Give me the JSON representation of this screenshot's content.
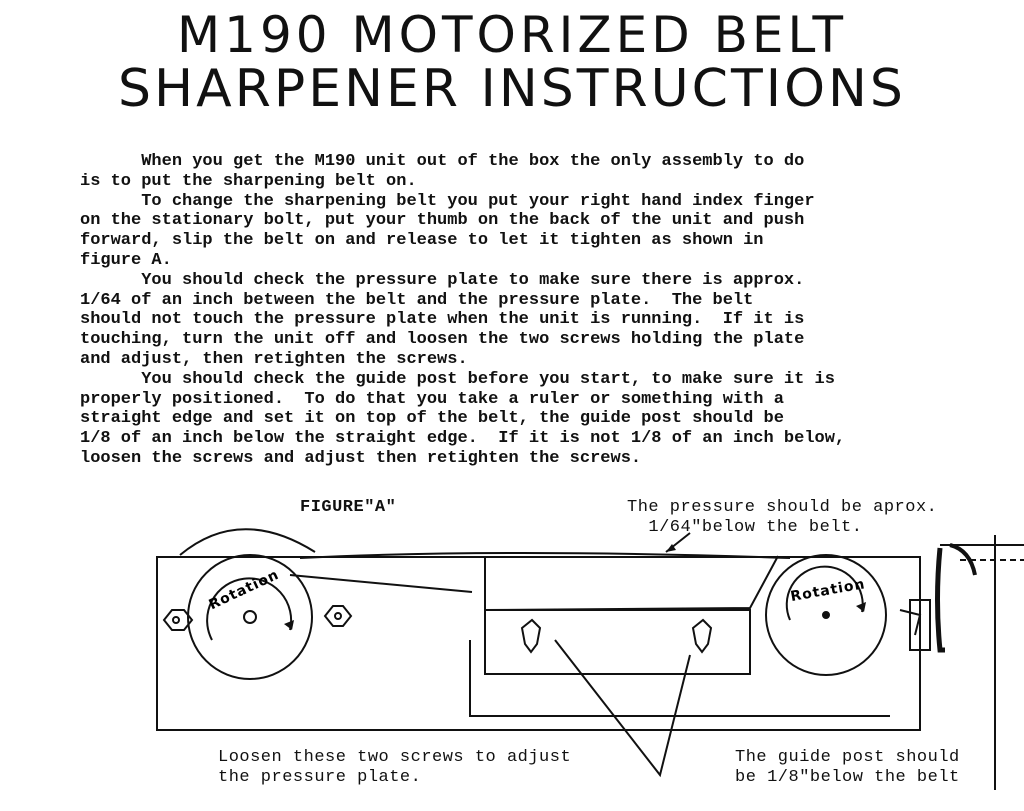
{
  "title": {
    "line1": "M190 MOTORIZED BELT",
    "line2": "SHARPENER INSTRUCTIONS"
  },
  "body_text": "      When you get the M190 unit out of the box the only assembly to do\nis to put the sharpening belt on.\n      To change the sharpening belt you put your right hand index finger\non the stationary bolt, put your thumb on the back of the unit and push\nforward, slip the belt on and release to let it tighten as shown in\nfigure A.\n      You should check the pressure plate to make sure there is approx.\n1/64 of an inch between the belt and the pressure plate.  The belt\nshould not touch the pressure plate when the unit is running.  If it is\ntouching, turn the unit off and loosen the two screws holding the plate\nand adjust, then retighten the screws.\n      You should check the guide post before you start, to make sure it is\nproperly positioned.  To do that you take a ruler or something with a\nstraight edge and set it on top of the belt, the guide post should be\n1/8 of an inch below the straight edge.  If it is not 1/8 of an inch below,\nloosen the screws and adjust then retighten the screws.",
  "figure": {
    "label": "FIGURE\"A\"",
    "pressure_caption": "The pressure should be aprox.\n  1/64\"below the belt.",
    "screws_caption": "Loosen these two screws to adjust\nthe pressure plate.",
    "guide_caption": "The guide post should\nbe 1/8\"below the belt",
    "rotation_label": "Rotation"
  }
}
